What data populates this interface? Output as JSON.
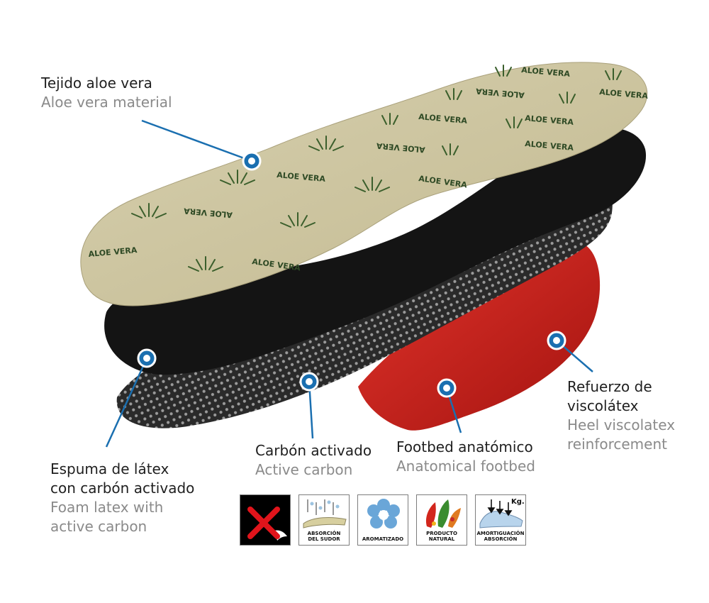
{
  "layers": [
    {
      "key": "aloe",
      "es": "Tejido aloe vera",
      "en": "Aloe vera material"
    },
    {
      "key": "latex",
      "es": "Espuma de látex",
      "es2": "con carbón activado",
      "en": "Foam latex with",
      "en2": "active carbon"
    },
    {
      "key": "carbon",
      "es": "Carbón activado",
      "en": "Active carbon"
    },
    {
      "key": "footbed",
      "es": "Footbed anatómico",
      "en": "Anatomical footbed"
    },
    {
      "key": "heel",
      "es": "Refuerzo de",
      "es2": "viscolátex",
      "en": "Heel viscolatex",
      "en2": "reinforcement"
    }
  ],
  "insole_print": "ALOE VERA",
  "badges": [
    {
      "icon": "no-odor-icon",
      "caption": ""
    },
    {
      "icon": "sweat-absorption-icon",
      "caption": "ABSORCIÓN",
      "caption2": "DEL SUDOR"
    },
    {
      "icon": "flower-icon",
      "caption": "AROMATIZADO"
    },
    {
      "icon": "natural-product-icon",
      "caption": "PRODUCTO",
      "caption2": "NATURAL"
    },
    {
      "icon": "cushioning-icon",
      "caption": "AMORTIGUACIÓN",
      "caption2": "ABSORCIÓN",
      "weight_label": "Kg."
    }
  ],
  "colors": {
    "marker": "#1a6fb0",
    "aloe": "#cfc6a2",
    "latex": "#151515",
    "carbon": "#2b2b2b",
    "footbed": "#c8201b",
    "heel": "#d9cc2a"
  }
}
